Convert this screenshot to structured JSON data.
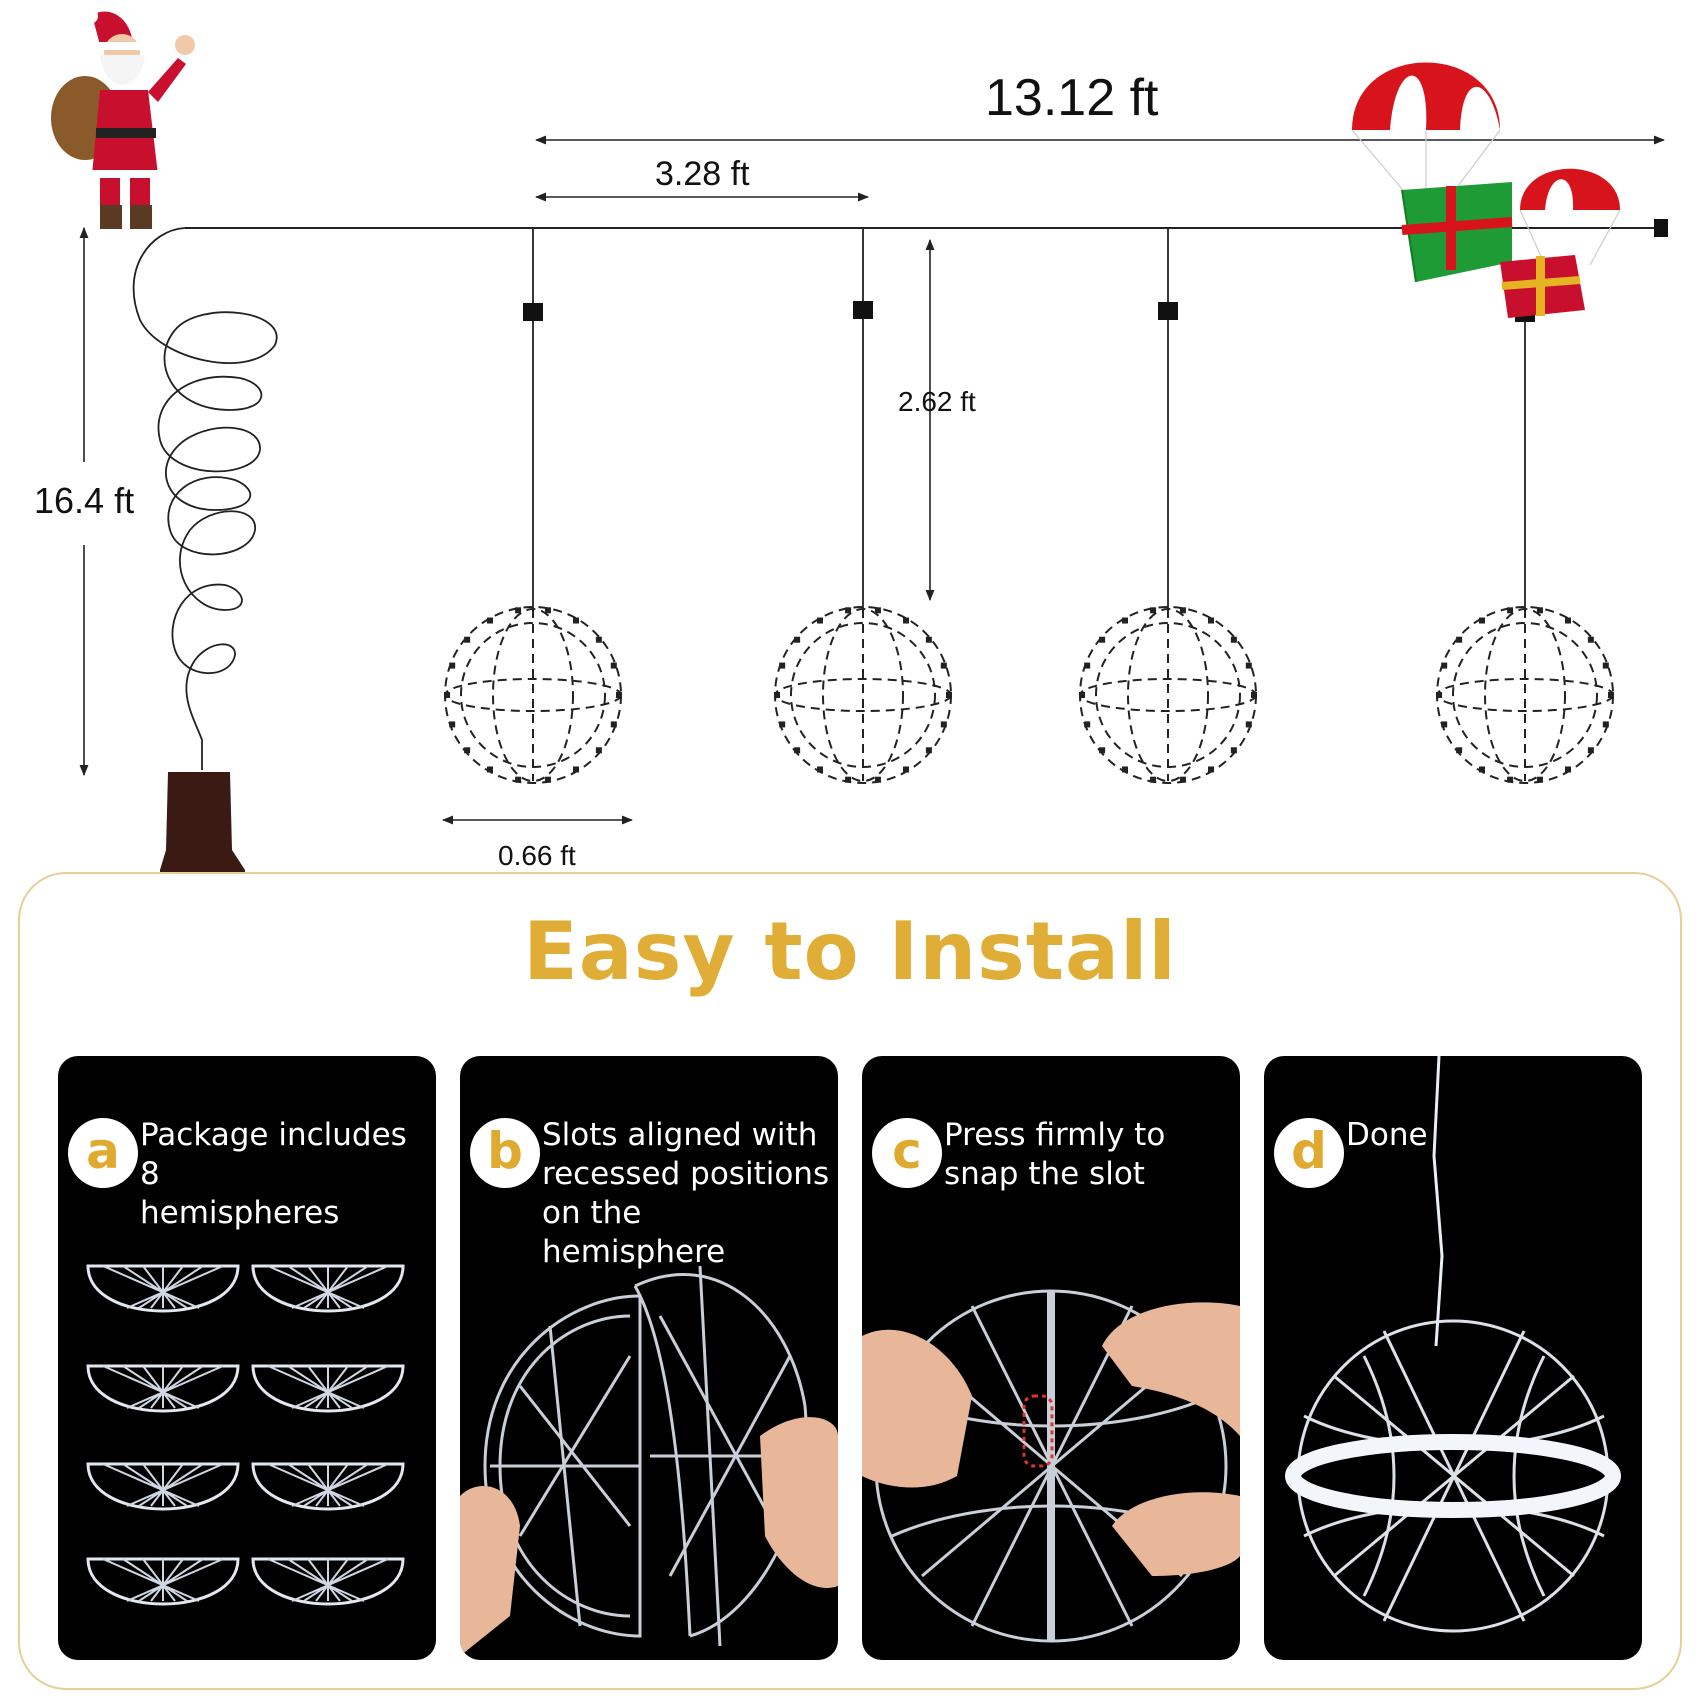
{
  "dimensions": {
    "total_length": "13.12 ft",
    "spacing": "3.28 ft",
    "drop_length": "2.62 ft",
    "lead_cord": "16.4 ft",
    "ball_diameter": "0.66 ft"
  },
  "install": {
    "title": "Easy to Install",
    "steps": [
      {
        "badge": "a",
        "text_lines": [
          "Package includes 8",
          "hemispheres"
        ]
      },
      {
        "badge": "b",
        "text_lines": [
          "Slots aligned with",
          "recessed positions",
          "on the hemisphere"
        ]
      },
      {
        "badge": "c",
        "text_lines": [
          "Press firmly to",
          "snap the slot"
        ]
      },
      {
        "badge": "d",
        "text_lines": [
          "Done"
        ]
      }
    ]
  },
  "colors": {
    "title_gold": "#e0ad36",
    "frame_border": "#e6cf98",
    "card_bg": "#000000",
    "plug_brown": "#3a1a12"
  },
  "icons": [
    "santa-icon",
    "parachute-gift-icon",
    "plug-icon",
    "light-ball-icon",
    "hemisphere-icon"
  ]
}
